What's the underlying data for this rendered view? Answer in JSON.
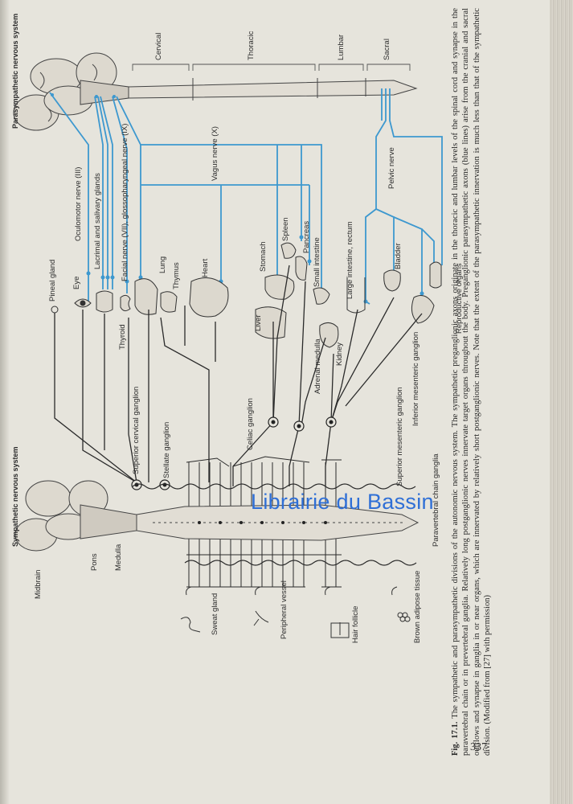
{
  "page_number": "337",
  "watermark": "Librairie du Bassin",
  "caption": {
    "label": "Fig. 17.1.",
    "text": " The sympathetic and parasympathetic divisions of the autonomic nervous system. The sympathetic preganglionic axons originate in the thoracic and lumbar levels of the spinal cord and synapse in the paravertebral chain or in prevertebral ganglia. Relatively long postganglionic nerves innervate target organs throughout the body. Preganglionic parasympathetic axons (blue lines) arise from the cranial and sacral outflows and synapse in ganglia in or near organs, which are innervated by relatively short postganglionic nerves. Note that the extent of the parasympathetic innervation is much less than that of the sympathetic division. (Modified from [27] with permission)"
  },
  "diagram": {
    "systems": {
      "parasympathetic": "Parasympathetic nervous system",
      "sympathetic": "Sympathetic nervous system"
    },
    "spinal_regions": [
      "Cervical",
      "Thoracic",
      "Lumbar",
      "Sacral"
    ],
    "brain_labels": [
      "Midbrain",
      "Pons",
      "Medulla"
    ],
    "nerves": [
      "Oculomotor nerve (III)",
      "Lacrimal and salivary glands",
      "Facial nerve (VII), glossopharyngeal nerve (IX)",
      "Vagus nerve (X)",
      "Pelvic nerve"
    ],
    "organs": [
      "Pineal gland",
      "Eye",
      "Thyroid",
      "Lung",
      "Thymus",
      "Heart",
      "Stomach",
      "Liver",
      "Spleen",
      "Pancreas",
      "Small intestine",
      "Adrenal medulla",
      "Kidney",
      "Large intestine, rectum",
      "Bladder",
      "Reproductive organs"
    ],
    "ganglia": [
      "Superior cervical ganglion",
      "Stellate ganglion",
      "Celiac ganglion",
      "Superior mesenteric ganglion",
      "Inferior mesenteric ganglion",
      "Paravertebral chain ganglia"
    ],
    "skin_targets": [
      "Sweat gland",
      "Peripheral vessel",
      "Hair follicle",
      "Brown adipose tissue"
    ],
    "colors": {
      "parasympathetic": "#3d98cf",
      "sympathetic": "#2a2a2a",
      "paper": "#e6e4dc"
    }
  }
}
